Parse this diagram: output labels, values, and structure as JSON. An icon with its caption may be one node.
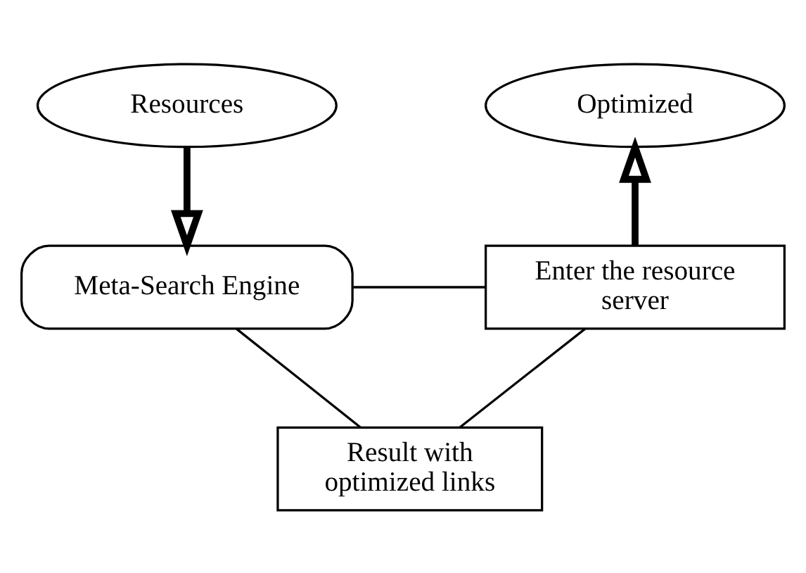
{
  "diagram": {
    "nodes": [
      {
        "text": [
          "Resources"
        ]
      },
      {
        "text": [
          "Optimized"
        ]
      },
      {
        "text": [
          "Meta-Search Engine"
        ]
      },
      {
        "text": [
          "Enter the resource server"
        ]
      },
      {
        "text": [
          "Result with optimized links"
        ]
      }
    ],
    "edges": [
      {
        "from": 0,
        "to": 2,
        "arrow": "to",
        "style": "thick"
      },
      {
        "from": 3,
        "to": 1,
        "arrow": "to",
        "style": "thick"
      },
      {
        "from": 2,
        "to": 3,
        "arrow": "none"
      },
      {
        "from": 2,
        "to": 4,
        "arrow": "none"
      },
      {
        "from": 3,
        "to": 4,
        "arrow": "none"
      }
    ]
  }
}
